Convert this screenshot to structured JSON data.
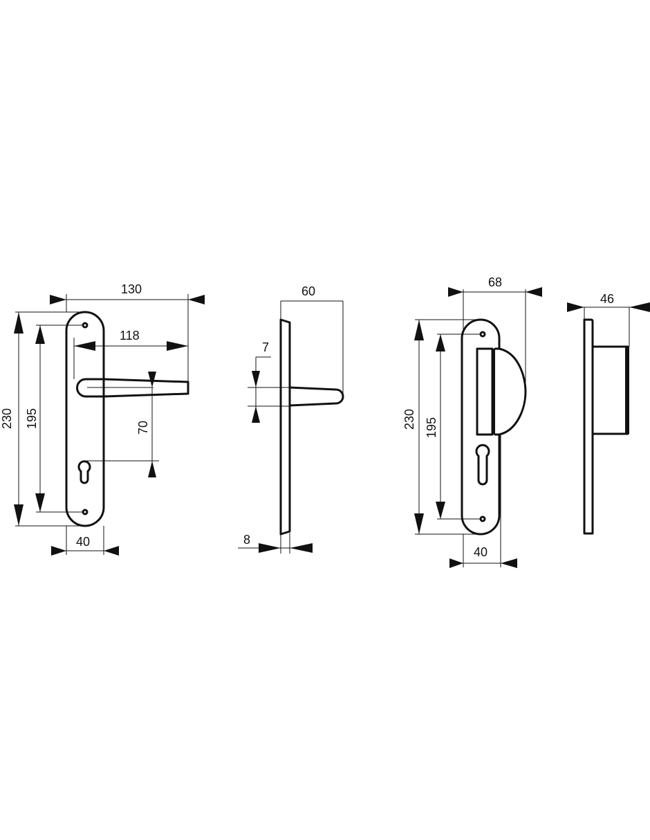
{
  "drawing": {
    "views": [
      {
        "name": "front-view-handle-plate",
        "dimensions": {
          "overall_width": "130",
          "handle_length": "118",
          "plate_height": "230",
          "screw_spacing": "195",
          "handle_to_keyhole": "70",
          "plate_width": "40"
        }
      },
      {
        "name": "side-view-handle-plate",
        "dimensions": {
          "projection": "60",
          "handle_thickness": "7",
          "plate_thickness": "8"
        }
      },
      {
        "name": "front-view-pull-plate",
        "dimensions": {
          "overall_width": "68",
          "plate_height": "230",
          "screw_spacing": "195",
          "plate_width": "40"
        }
      },
      {
        "name": "side-view-pull-plate",
        "dimensions": {
          "projection": "46"
        }
      }
    ]
  }
}
